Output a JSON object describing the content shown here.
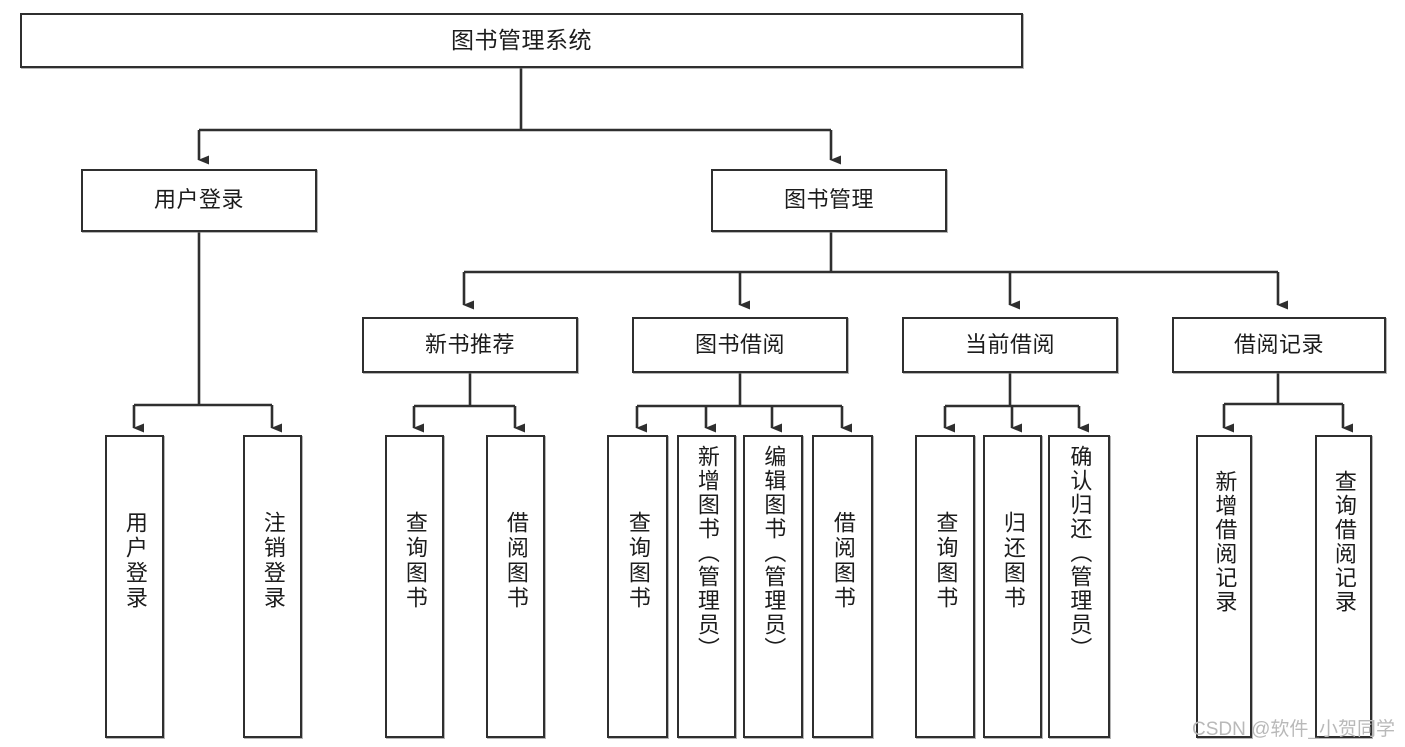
{
  "diagram": {
    "kind": "tree-hierarchy-chart",
    "title": "图书管理系统",
    "background_color": "#ffffff",
    "box_border_color": "#2f2f2f",
    "edge_color": "#2f2f2f",
    "watermark": "CSDN @软件_小贺同学",
    "watermark_color": "#b9b9b9"
  },
  "nodes": {
    "root": {
      "label": "图书管理系统"
    },
    "level2": [
      {
        "label": "用户登录"
      },
      {
        "label": "图书管理"
      }
    ],
    "level3": [
      {
        "label": "新书推荐"
      },
      {
        "label": "图书借阅"
      },
      {
        "label": "当前借阅"
      },
      {
        "label": "借阅记录"
      }
    ],
    "leaves": {
      "user_login": [
        {
          "label": "用户登录"
        },
        {
          "label": "注销登录"
        }
      ],
      "new_book_recommend": [
        {
          "label": "查询图书"
        },
        {
          "label": "借阅图书"
        }
      ],
      "book_borrow": [
        {
          "label": "查询图书"
        },
        {
          "label": "新增图书（管理员）"
        },
        {
          "label": "编辑图书（管理员）"
        },
        {
          "label": "借阅图书"
        }
      ],
      "current_borrow": [
        {
          "label": "查询图书"
        },
        {
          "label": "归还图书"
        },
        {
          "label": "确认归还（管理员）"
        }
      ],
      "borrow_records": [
        {
          "label": "新增借阅记录"
        },
        {
          "label": "查询借阅记录"
        }
      ]
    }
  }
}
